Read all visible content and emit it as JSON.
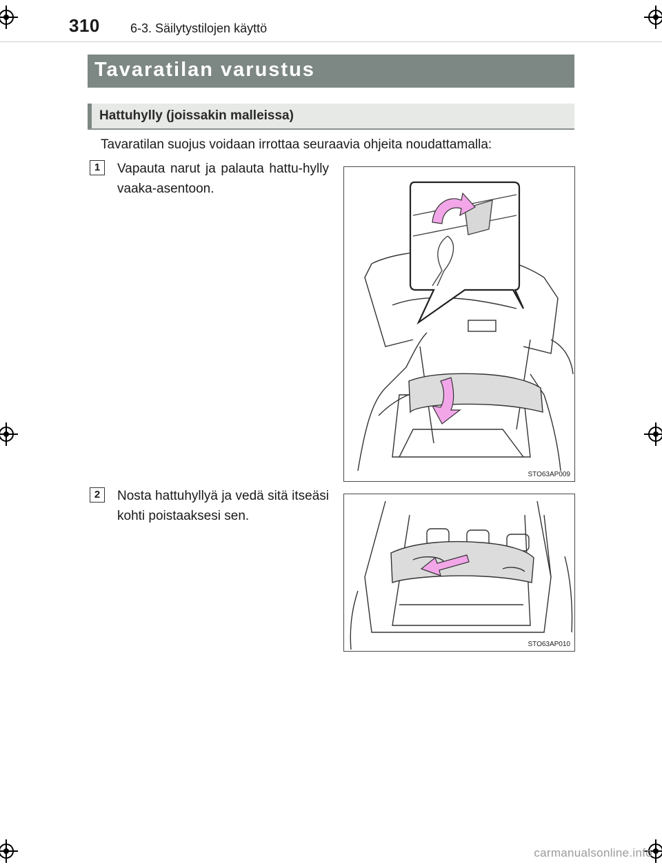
{
  "header": {
    "page_number": "310",
    "section": "6-3. Säilytystilojen käyttö"
  },
  "title": "Tavaratilan varustus",
  "subheading": "Hattuhylly (joissakin malleissa)",
  "intro": "Tavaratilan suojus voidaan irrottaa seuraavia ohjeita noudattamalla:",
  "steps": [
    {
      "number": "1",
      "text": "Vapauta narut ja palauta hattu-hylly vaaka-asentoon.",
      "figure_code": "STO63AP009"
    },
    {
      "number": "2",
      "text": "Nosta hattuhyllyä ja vedä sitä itseäsi kohti poistaaksesi sen.",
      "figure_code": "STO63AP010"
    }
  ],
  "footer": {
    "watermark": "carmanualsonline.info"
  },
  "colors": {
    "title_bar": "#7d8784",
    "subhead_bg": "#e7e9e6",
    "arrow": "#f2a6e8"
  }
}
